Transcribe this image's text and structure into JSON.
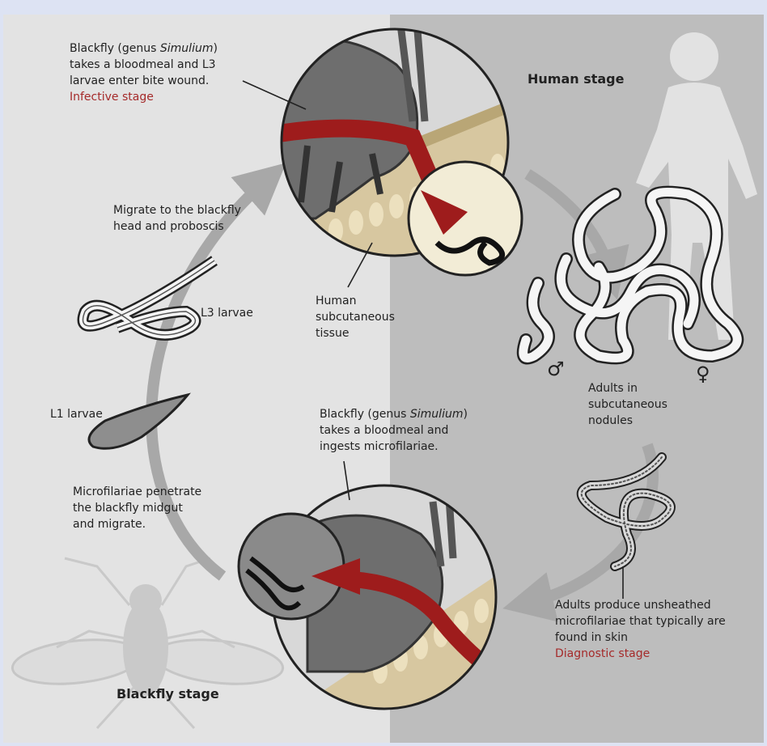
{
  "stages": {
    "human": "Human stage",
    "blackfly": "Blackfly stage"
  },
  "labels": {
    "bite_line1_pre": "Blackfly (genus ",
    "bite_line1_genus": "Simulium",
    "bite_line1_post": ")",
    "bite_line2": "takes a bloodmeal and L3",
    "bite_line3": "larvae enter bite wound.",
    "infective": "Infective stage",
    "migrate_head_line1": "Migrate to the blackfly",
    "migrate_head_line2": "head and proboscis",
    "l3": "L3 larvae",
    "l1": "L1 larvae",
    "tissue_line1": "Human",
    "tissue_line2": "subcutaneous",
    "tissue_line3": "tissue",
    "adults_line1": "Adults in",
    "adults_line2": "subcutaneous",
    "adults_line3": "nodules",
    "ingest_line1_pre": "Blackfly (genus ",
    "ingest_line1_genus": "Simulium",
    "ingest_line1_post": ")",
    "ingest_line2": "takes a bloodmeal and",
    "ingest_line3": "ingests microfilariae.",
    "penetrate_line1": "Microfilariae penetrate",
    "penetrate_line2": "the blackfly midgut",
    "penetrate_line3": "and migrate.",
    "produce_line1": "Adults produce unsheathed",
    "produce_line2": "microfilariae that typically are",
    "produce_line3": "found in skin",
    "diagnostic": "Diagnostic stage",
    "male_symbol": "♂",
    "female_symbol": "♀"
  },
  "colors": {
    "left_bg": "#e3e3e3",
    "right_bg": "#bdbdbd",
    "cycle_arrow": "#a8a8a8",
    "accent_red": "#a52a2a",
    "skin": "#d7c7a0"
  }
}
